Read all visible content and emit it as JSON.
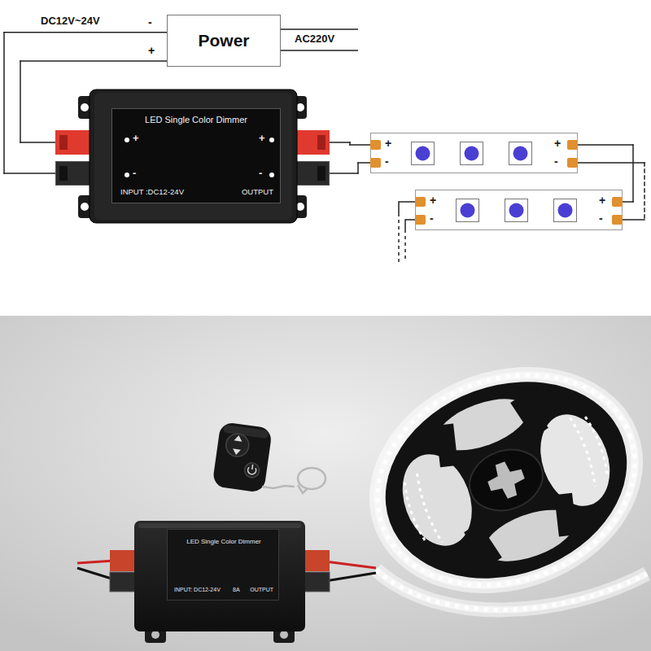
{
  "diagram": {
    "nodes": [
      {
        "text": [
          "Power"
        ]
      },
      {
        "text": [
          "LED Single Color Dimmer",
          "+",
          "-",
          "+",
          "-",
          "INPUT :DC12-24V",
          "OUTPUT"
        ]
      },
      {
        "text": [
          "+",
          "-",
          "+",
          "-"
        ]
      },
      {
        "text": [
          "+",
          "-",
          "+",
          "-"
        ]
      },
      {
        "text": [
          "LED Single Color Dimmer",
          "INPUT: DC12-24V",
          "8A",
          "OUTPUT"
        ]
      }
    ],
    "edges": [
      {
        "from": 0,
        "to": 1,
        "label": "-",
        "arrow": "none"
      },
      {
        "from": 0,
        "to": 1,
        "label": "+",
        "arrow": "none"
      },
      {
        "from": 1,
        "to": 2,
        "arrow": "none"
      },
      {
        "from": 1,
        "to": 2,
        "arrow": "none"
      },
      {
        "from": 2,
        "to": 3,
        "arrow": "none"
      },
      {
        "from": 2,
        "to": 3,
        "arrow": "none"
      }
    ],
    "labels": [
      "DC12V~24V",
      "AC220V"
    ]
  }
}
